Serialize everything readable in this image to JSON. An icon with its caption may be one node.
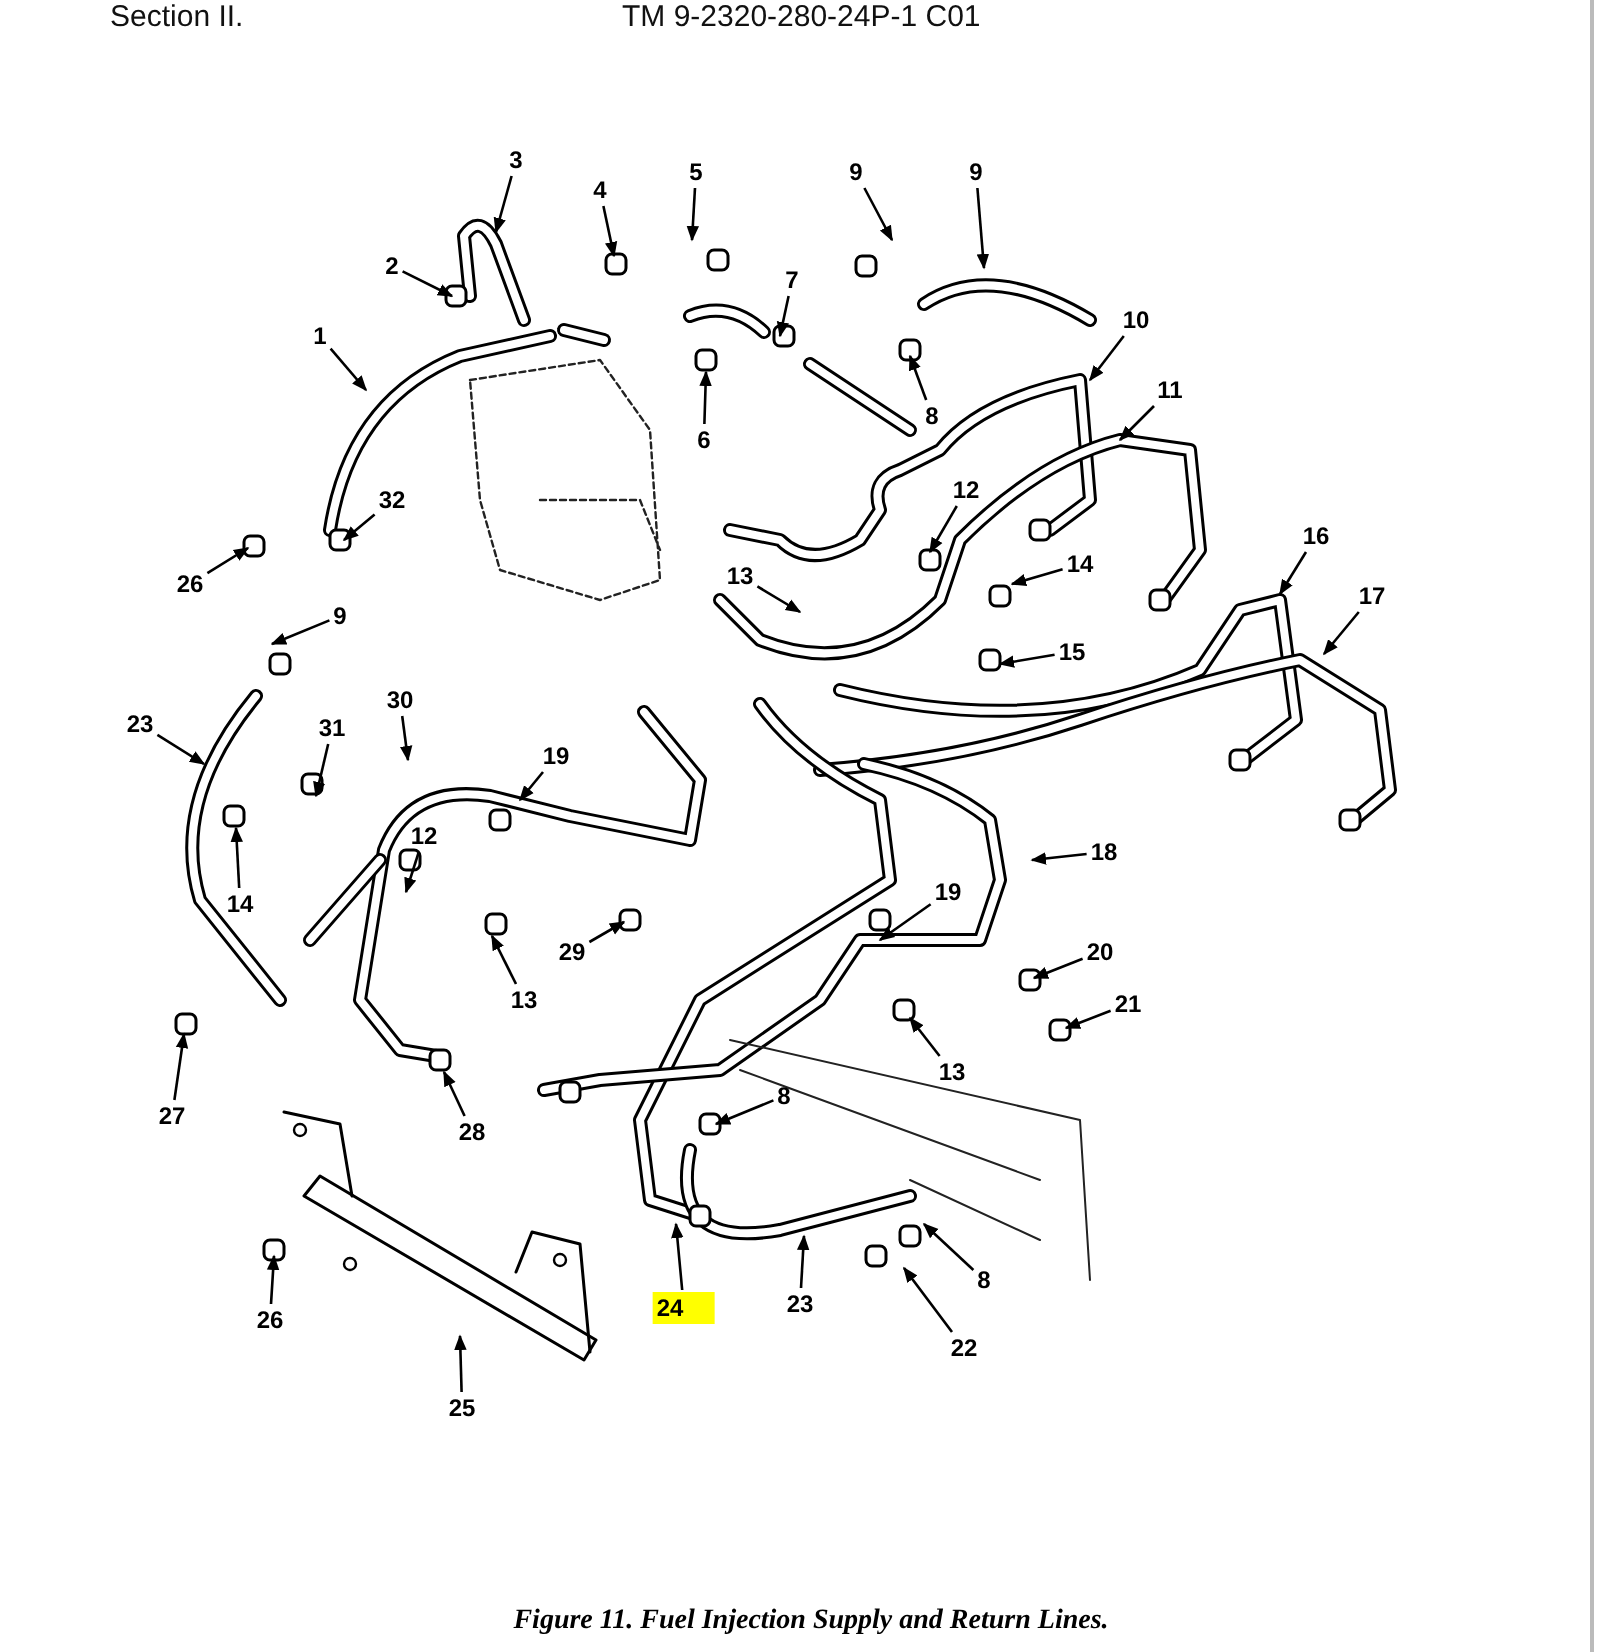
{
  "diagram": {
    "caption": "Figure 11. Fuel Injection Supply and Return Lines.",
    "nodes": [
      {
        "text": [
          "1"
        ]
      },
      {
        "text": [
          "2"
        ]
      },
      {
        "text": [
          "3"
        ]
      },
      {
        "text": [
          "4"
        ]
      },
      {
        "text": [
          "5"
        ]
      },
      {
        "text": [
          "6"
        ]
      },
      {
        "text": [
          "7"
        ]
      },
      {
        "text": [
          "9"
        ]
      },
      {
        "text": [
          "9"
        ]
      },
      {
        "text": [
          "8"
        ]
      },
      {
        "text": [
          "10"
        ]
      },
      {
        "text": [
          "11"
        ]
      },
      {
        "text": [
          "12"
        ]
      },
      {
        "text": [
          "13"
        ]
      },
      {
        "text": [
          "14"
        ]
      },
      {
        "text": [
          "15"
        ]
      },
      {
        "text": [
          "16"
        ]
      },
      {
        "text": [
          "17"
        ]
      },
      {
        "text": [
          "26"
        ]
      },
      {
        "text": [
          "32"
        ]
      },
      {
        "text": [
          "9"
        ]
      },
      {
        "text": [
          "23"
        ]
      },
      {
        "text": [
          "31"
        ]
      },
      {
        "text": [
          "30"
        ]
      },
      {
        "text": [
          "12"
        ]
      },
      {
        "text": [
          "19"
        ]
      },
      {
        "text": [
          "14"
        ]
      },
      {
        "text": [
          "29"
        ]
      },
      {
        "text": [
          "13"
        ]
      },
      {
        "text": [
          "18"
        ]
      },
      {
        "text": [
          "19"
        ]
      },
      {
        "text": [
          "20"
        ]
      },
      {
        "text": [
          "21"
        ]
      },
      {
        "text": [
          "13"
        ]
      },
      {
        "text": [
          "27"
        ]
      },
      {
        "text": [
          "28"
        ]
      },
      {
        "text": [
          "8"
        ]
      },
      {
        "text": [
          "23"
        ]
      },
      {
        "text": [
          "24"
        ]
      },
      {
        "text": [
          "8"
        ]
      },
      {
        "text": [
          "22"
        ]
      },
      {
        "text": [
          "26"
        ]
      },
      {
        "text": [
          "25"
        ]
      }
    ],
    "edges": [
      {
        "from": 0,
        "to": null,
        "arrow": "to"
      },
      {
        "from": 1,
        "to": null,
        "arrow": "to"
      },
      {
        "from": 2,
        "to": null,
        "arrow": "to"
      },
      {
        "from": 3,
        "to": null,
        "arrow": "to"
      },
      {
        "from": 4,
        "to": null,
        "arrow": "to"
      },
      {
        "from": 5,
        "to": null,
        "arrow": "to"
      },
      {
        "from": 6,
        "to": null,
        "arrow": "to"
      },
      {
        "from": 7,
        "to": null,
        "arrow": "to"
      },
      {
        "from": 8,
        "to": null,
        "arrow": "to"
      },
      {
        "from": 9,
        "to": null,
        "arrow": "to"
      },
      {
        "from": 10,
        "to": null,
        "arrow": "to"
      },
      {
        "from": 11,
        "to": null,
        "arrow": "to"
      },
      {
        "from": 12,
        "to": null,
        "arrow": "to"
      },
      {
        "from": 13,
        "to": null,
        "arrow": "to"
      },
      {
        "from": 14,
        "to": null,
        "arrow": "to"
      },
      {
        "from": 15,
        "to": null,
        "arrow": "to"
      },
      {
        "from": 16,
        "to": null,
        "arrow": "to"
      },
      {
        "from": 17,
        "to": null,
        "arrow": "to"
      },
      {
        "from": 18,
        "to": null,
        "arrow": "to"
      },
      {
        "from": 19,
        "to": null,
        "arrow": "to"
      },
      {
        "from": 20,
        "to": null,
        "arrow": "to"
      },
      {
        "from": 21,
        "to": null,
        "arrow": "to"
      },
      {
        "from": 22,
        "to": null,
        "arrow": "to"
      },
      {
        "from": 23,
        "to": null,
        "arrow": "to"
      },
      {
        "from": 24,
        "to": null,
        "arrow": "to"
      },
      {
        "from": 25,
        "to": null,
        "arrow": "to"
      },
      {
        "from": 26,
        "to": null,
        "arrow": "to"
      },
      {
        "from": 27,
        "to": null,
        "arrow": "to"
      },
      {
        "from": 28,
        "to": null,
        "arrow": "to"
      },
      {
        "from": 29,
        "to": null,
        "arrow": "to"
      },
      {
        "from": 30,
        "to": null,
        "arrow": "to"
      },
      {
        "from": 31,
        "to": null,
        "arrow": "to"
      },
      {
        "from": 32,
        "to": null,
        "arrow": "to"
      },
      {
        "from": 33,
        "to": null,
        "arrow": "to"
      },
      {
        "from": 34,
        "to": null,
        "arrow": "to"
      },
      {
        "from": 35,
        "to": null,
        "arrow": "to"
      },
      {
        "from": 36,
        "to": null,
        "arrow": "to"
      },
      {
        "from": 37,
        "to": null,
        "arrow": "to"
      },
      {
        "from": 38,
        "to": null,
        "arrow": "to"
      },
      {
        "from": 39,
        "to": null,
        "arrow": "to"
      },
      {
        "from": 40,
        "to": null,
        "arrow": "to"
      },
      {
        "from": 41,
        "to": null,
        "arrow": "to"
      },
      {
        "from": 42,
        "to": null,
        "arrow": "to"
      }
    ],
    "labels": [
      "Section II.",
      "TM 9-2320-280-24P-1 C01"
    ]
  }
}
